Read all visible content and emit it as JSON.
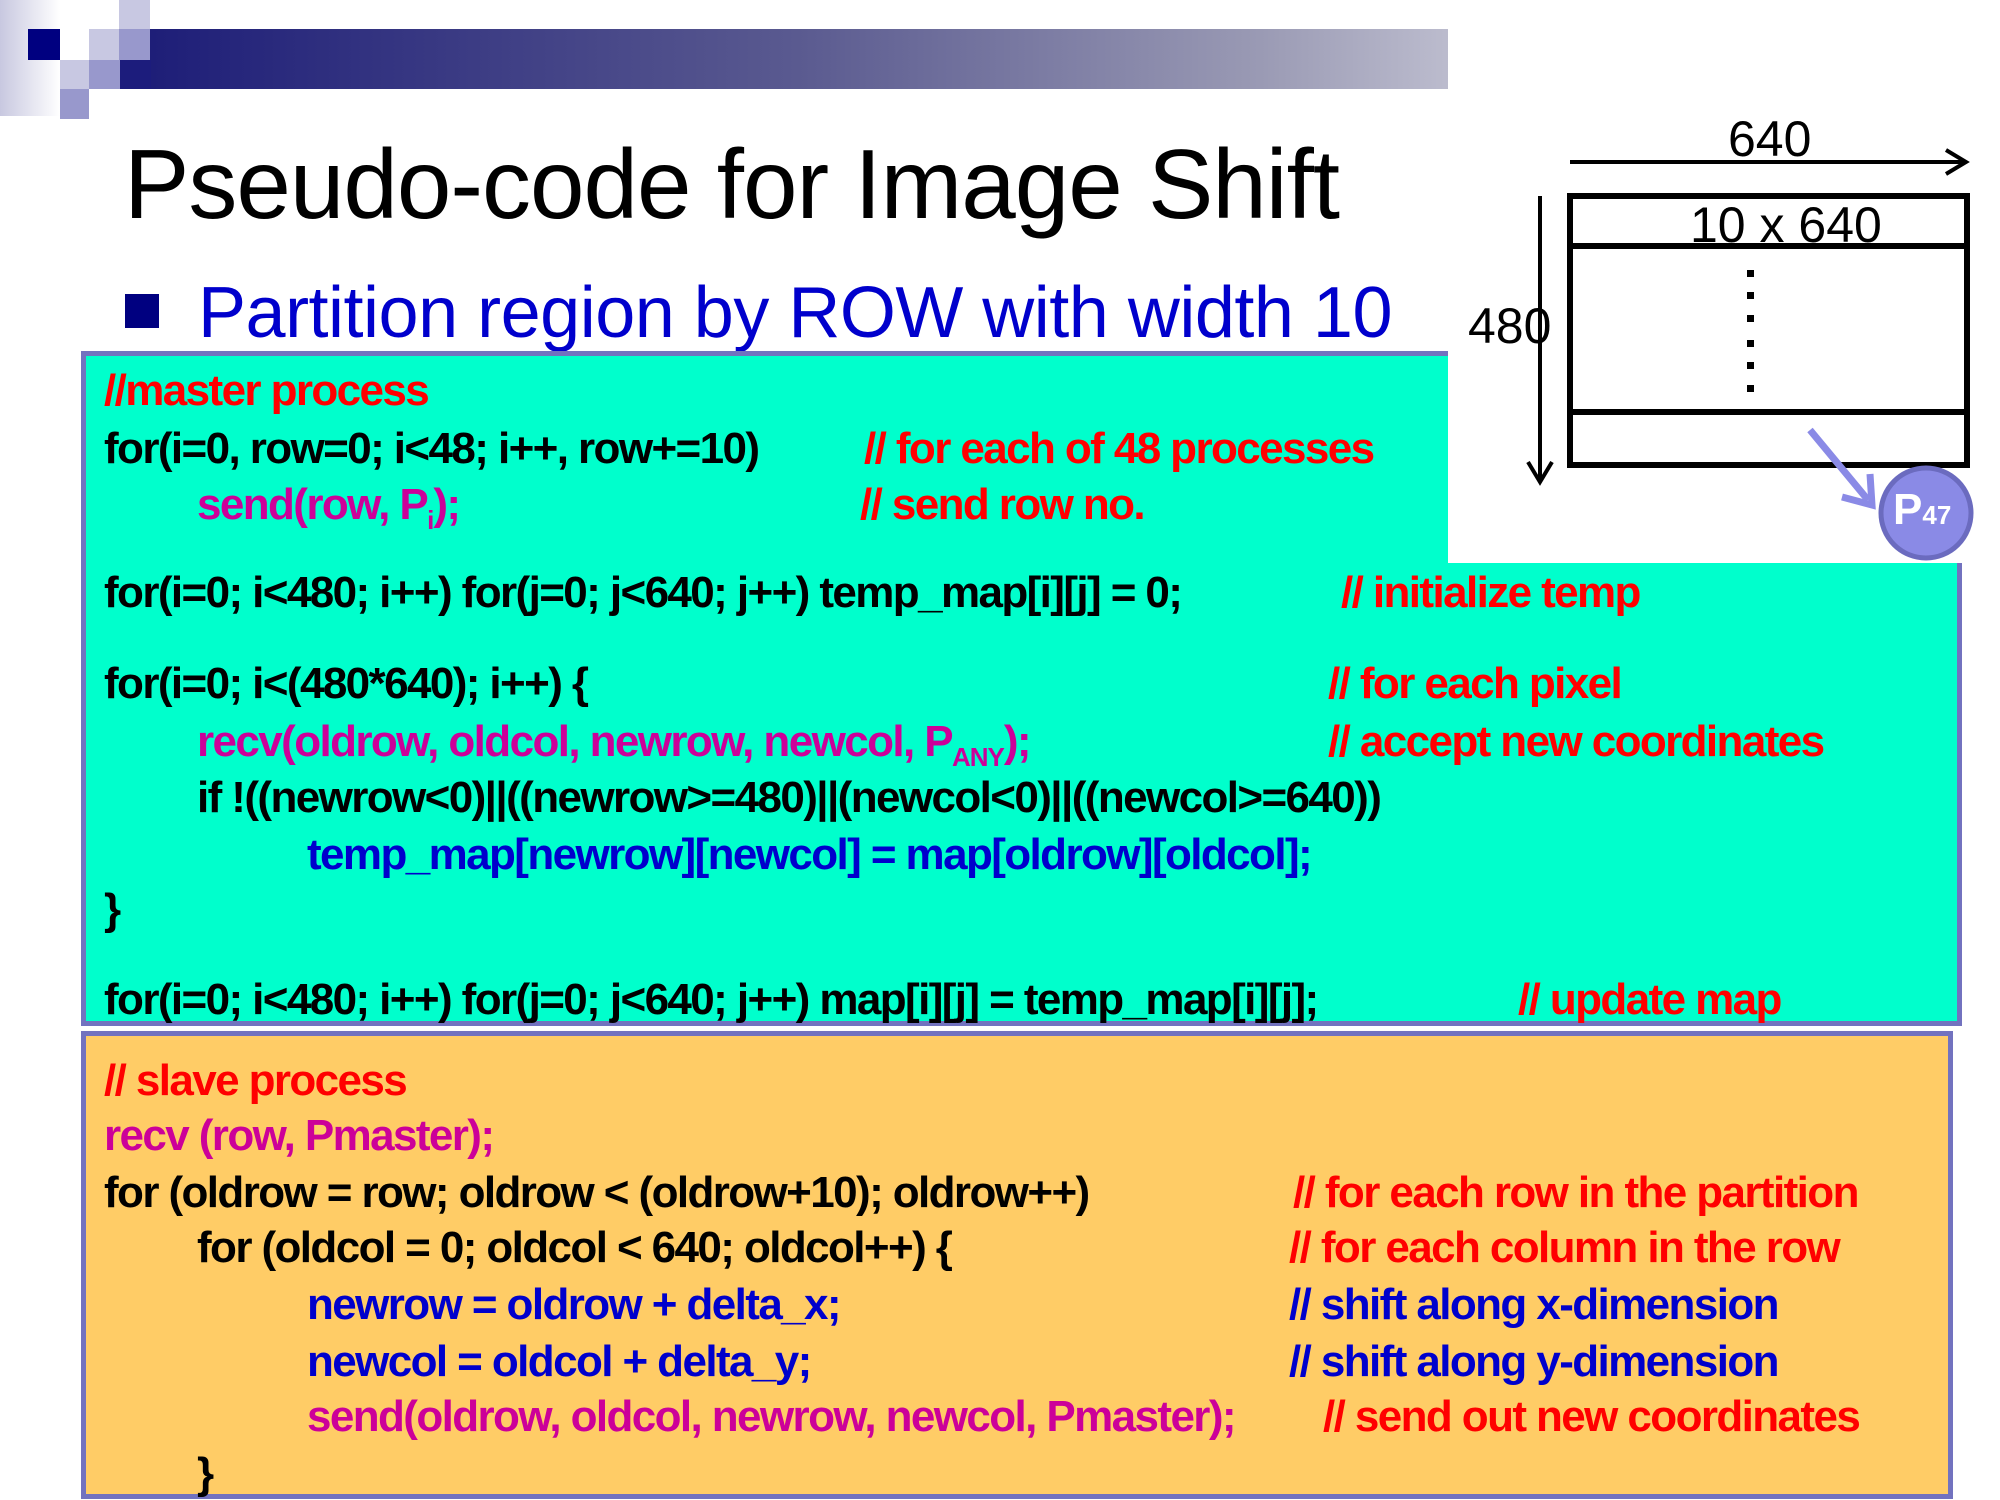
{
  "slide": {
    "title": "Pseudo-code for Image Shift",
    "bullet": "Partition region by ROW with width 10"
  },
  "diagram": {
    "width_label": "640",
    "height_label": "480",
    "strip_label": "10 x 640",
    "process_label": "P",
    "process_subscript": "47"
  },
  "master": {
    "header": "//master process",
    "line1_code": "for(i=0, row=0; i<48; i++, row+=10)",
    "line1_comment": "// for each of 48 processes",
    "line2_code": "send(row, P",
    "line2_sub": "i",
    "line2_end": ");",
    "line2_comment": "// send row no.",
    "line3_code": "for(i=0; i<480; i++)  for(j=0; j<640; j++)  temp_map[i][j] = 0;",
    "line3_comment": "// initialize temp",
    "line4_code": "for(i=0; i<(480*640); i++) {",
    "line4_comment": "// for each pixel",
    "line5_code": "recv(oldrow, oldcol, newrow, newcol, P",
    "line5_sub": "ANY",
    "line5_end": ");",
    "line5_comment": "// accept new coordinates",
    "line6_code": "if !((newrow<0)||((newrow>=480)||(newcol<0)||((newcol>=640))",
    "line7_code": "temp_map[newrow][newcol] = map[oldrow][oldcol];",
    "line8_code": "}",
    "line9_code": "for(i=0; i<480; i++)  for(j=0; j<640; j++)  map[i][j] = temp_map[i][j];",
    "line9_comment": "// update map"
  },
  "slave": {
    "header": "// slave process",
    "line1_code": "recv (row, Pmaster);",
    "line2_code": "for (oldrow = row; oldrow < (oldrow+10); oldrow++)",
    "line2_comment": "// for each row in the partition",
    "line3_code": "for (oldcol = 0; oldcol < 640; oldcol++) {",
    "line3_comment": "// for each column in the row",
    "line4_code": "newrow = oldrow + delta_x;",
    "line4_comment": "// shift along x-dimension",
    "line5_code": "newcol = oldcol + delta_y;",
    "line5_comment": "// shift along y-dimension",
    "line6_code": "send(oldrow, oldcol, newrow, newcol, Pmaster);",
    "line6_comment": "// send out new coordinates",
    "line7_code": "}"
  },
  "colors": {
    "master_bg": "#00ffcc",
    "slave_bg": "#ffcc66",
    "box_border": "#7272bf",
    "comment": "#ff0000",
    "call": "#cc0099",
    "assign": "#0000cc",
    "bullet": "#0000cc",
    "process_circle": "#8a8ae6"
  }
}
